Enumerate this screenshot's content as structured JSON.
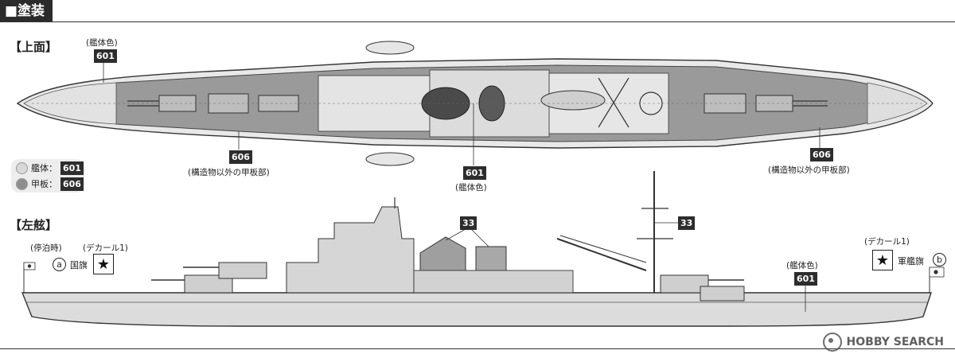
{
  "section": {
    "title": "■塗装"
  },
  "views": {
    "top_label": "【上面】",
    "side_label": "【左舷】"
  },
  "colors": {
    "hull": "#d4d4d4",
    "deck": "#9a9a9a",
    "dark_box": "#2d2d2d"
  },
  "top_view": {
    "hull_callout": {
      "caption": "(艦体色)",
      "code": "601"
    },
    "center_callout": {
      "caption": "(艦体色)",
      "code": "601"
    },
    "deck_left": {
      "code": "606",
      "caption": "(構造物以外の甲板部)"
    },
    "deck_right": {
      "code": "606",
      "caption": "(構造物以外の甲板部)"
    }
  },
  "legend": {
    "items": [
      {
        "label": "艦体：",
        "code": "601",
        "color": "#d8d8d8"
      },
      {
        "label": "甲板：",
        "code": "606",
        "color": "#8e8e8e"
      }
    ]
  },
  "side_view": {
    "funnel_code": "33",
    "mast_code": "33",
    "hull_callout": {
      "caption": "(艦体色)",
      "code": "601"
    },
    "flag_a": {
      "caption": "(停泊時)",
      "decal_caption": "(デカール1)",
      "letter": "a",
      "name": "国旗"
    },
    "flag_b": {
      "decal_caption": "(デカール1)",
      "letter": "b",
      "name": "軍艦旗"
    }
  },
  "watermark": {
    "text": "HOBBY SEARCH"
  }
}
